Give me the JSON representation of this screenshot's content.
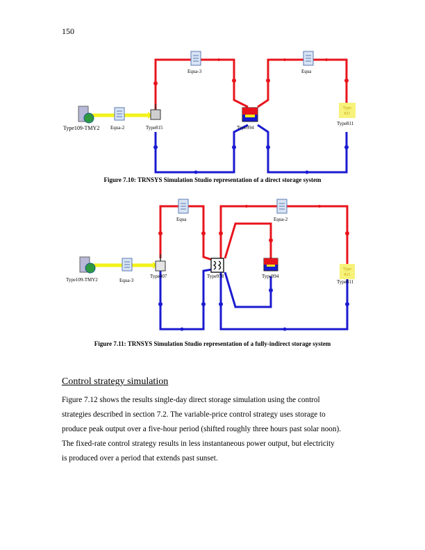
{
  "page": {
    "number": "150"
  },
  "figure1": {
    "caption": "Figure 7.10: TRNSYS Simulation Studio representation of a direct storage system",
    "components": {
      "weather": "Type109-TMY2",
      "equa2": "Equa-2",
      "type815": "Type815",
      "type994": "Type994",
      "type811": "Type811",
      "equa3": "Equa-3",
      "equa": "Equa",
      "type_box": "Type\n811"
    }
  },
  "figure2": {
    "caption": "Figure 7.11: TRNSYS Simulation Studio representation of a fully-indirect storage system",
    "components": {
      "weather": "Type109-TMY2",
      "equa3": "Equa-3",
      "type807": "Type807",
      "type978": "Type978",
      "type994": "Type994",
      "type811": "Type811",
      "equa": "Equa",
      "equa2": "Equa-2",
      "type_box": "Type\n811"
    }
  },
  "section": {
    "heading": "Control strategy simulation",
    "lines": [
      "Figure 7.12 shows the results single-day direct storage simulation using the control",
      "strategies described in section 7.2.  The variable-price control strategy uses storage to",
      "produce peak output over a five-hour period (shifted roughly three hours past solar noon).",
      "The fixed-rate control strategy results in less instantaneous power output, but electricity",
      "is produced over a period that extends past sunset."
    ]
  },
  "colors": {
    "hot_loop": "#e8141c",
    "cold_loop": "#1a1ad0",
    "weather_link": "#f2f21a",
    "type_box": "#f7f27a"
  }
}
